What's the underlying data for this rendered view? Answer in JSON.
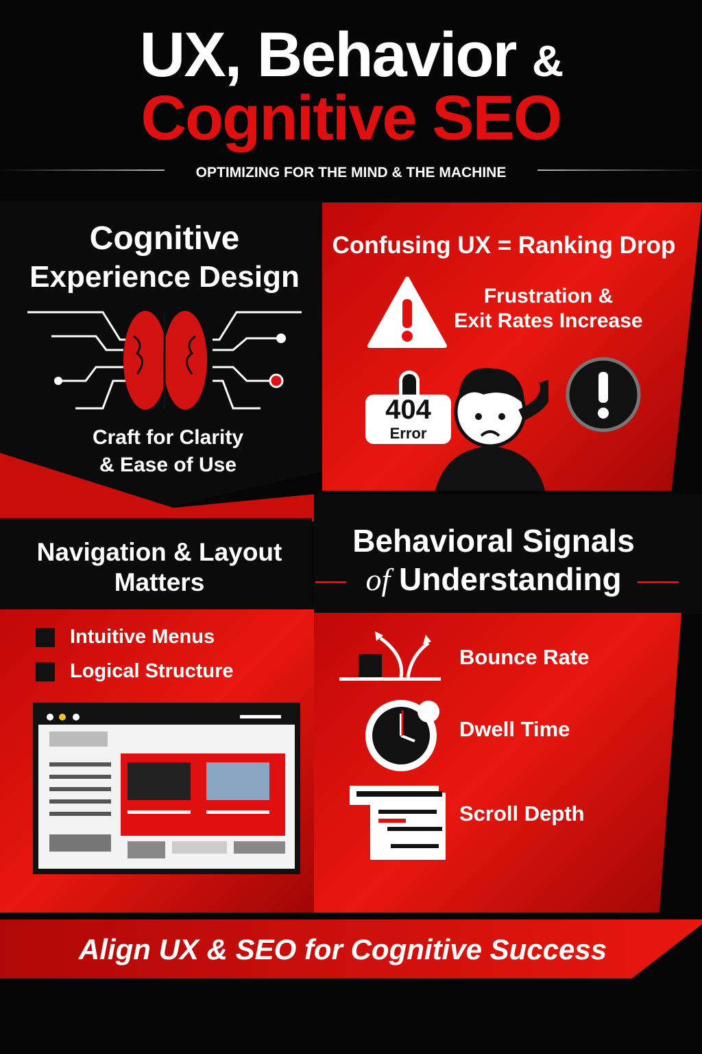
{
  "title": {
    "line1": "UX, Behavior",
    "amp": "&",
    "line2": "Cognitive SEO",
    "subtitle": "OPTIMIZING FOR THE MIND & THE MACHINE"
  },
  "cognitive": {
    "heading_1": "Cognitive",
    "heading_2": "Experience Design",
    "caption_1": "Craft for Clarity",
    "caption_2": "& Ease of Use"
  },
  "confusing": {
    "heading": "Confusing UX = Ranking Drop",
    "note_1": "Frustration &",
    "note_2": "Exit Rates Increase",
    "error_code": "404",
    "error_label": "Error"
  },
  "navigation": {
    "heading_1": "Navigation & Layout",
    "heading_2": "Matters",
    "items": [
      "Intuitive Menus",
      "Logical Structure"
    ]
  },
  "behavioral": {
    "heading_1": "Behavioral Signals",
    "heading_of": "of",
    "heading_2": "Understanding",
    "metrics": [
      "Bounce Rate",
      "Dwell Time",
      "Scroll Depth"
    ]
  },
  "footer": {
    "banner": "Align UX & SEO for Cognitive Success"
  },
  "colors": {
    "accent": "#e01010",
    "background": "#060606"
  }
}
